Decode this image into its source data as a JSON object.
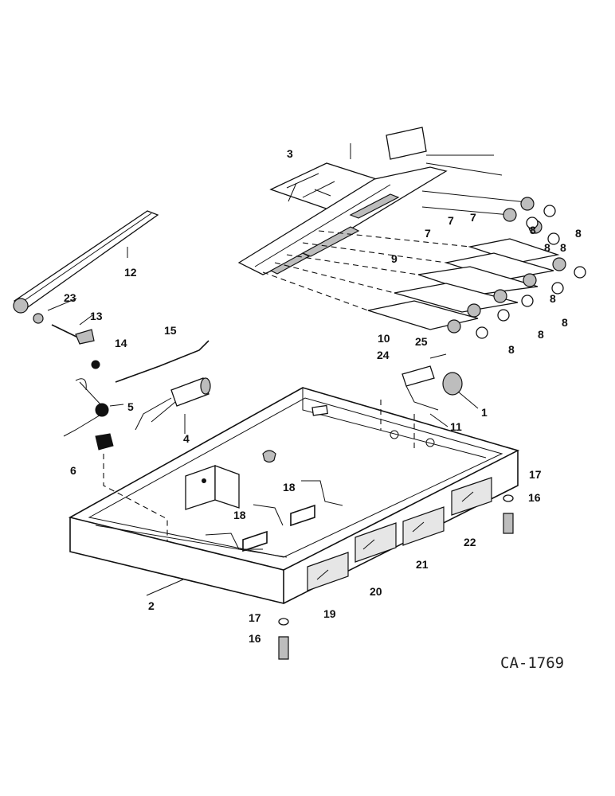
{
  "drawing_code": "CA-1769",
  "callouts": [
    {
      "id": "c1",
      "text": "1"
    },
    {
      "id": "c2",
      "text": "2"
    },
    {
      "id": "c3",
      "text": "3"
    },
    {
      "id": "c4",
      "text": "4"
    },
    {
      "id": "c5",
      "text": "5"
    },
    {
      "id": "c6",
      "text": "6"
    },
    {
      "id": "c7a",
      "text": "7"
    },
    {
      "id": "c7b",
      "text": "7"
    },
    {
      "id": "c7c",
      "text": "7"
    },
    {
      "id": "c8a",
      "text": "8"
    },
    {
      "id": "c8b",
      "text": "8"
    },
    {
      "id": "c8c",
      "text": "8"
    },
    {
      "id": "c8d",
      "text": "8"
    },
    {
      "id": "c8e",
      "text": "8"
    },
    {
      "id": "c8f",
      "text": "8"
    },
    {
      "id": "c8g",
      "text": "8"
    },
    {
      "id": "c8h",
      "text": "8"
    },
    {
      "id": "c9",
      "text": "9"
    },
    {
      "id": "c10",
      "text": "10"
    },
    {
      "id": "c11",
      "text": "11"
    },
    {
      "id": "c12",
      "text": "12"
    },
    {
      "id": "c13",
      "text": "13"
    },
    {
      "id": "c14",
      "text": "14"
    },
    {
      "id": "c15",
      "text": "15"
    },
    {
      "id": "c16a",
      "text": "16"
    },
    {
      "id": "c16b",
      "text": "16"
    },
    {
      "id": "c17a",
      "text": "17"
    },
    {
      "id": "c17b",
      "text": "17"
    },
    {
      "id": "c18a",
      "text": "18"
    },
    {
      "id": "c18b",
      "text": "18"
    },
    {
      "id": "c19",
      "text": "19"
    },
    {
      "id": "c20",
      "text": "20"
    },
    {
      "id": "c21",
      "text": "21"
    },
    {
      "id": "c22",
      "text": "22"
    },
    {
      "id": "c23",
      "text": "23"
    },
    {
      "id": "c24",
      "text": "24"
    },
    {
      "id": "c25",
      "text": "25"
    }
  ]
}
